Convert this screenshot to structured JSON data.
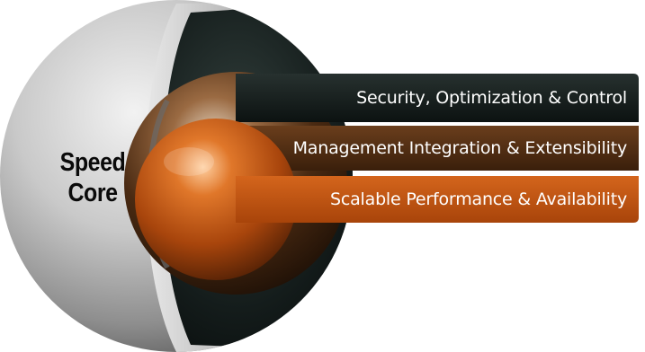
{
  "diagram": {
    "core_label": {
      "line1": "Speed",
      "line2": "Core"
    },
    "layers": [
      {
        "label": "Security, Optimization & Control",
        "color": "#16201f"
      },
      {
        "label": "Management Integration & Extensibility",
        "color": "#4a2a12"
      },
      {
        "label": "Scalable Performance & Availability",
        "color": "#b8500f"
      }
    ]
  }
}
